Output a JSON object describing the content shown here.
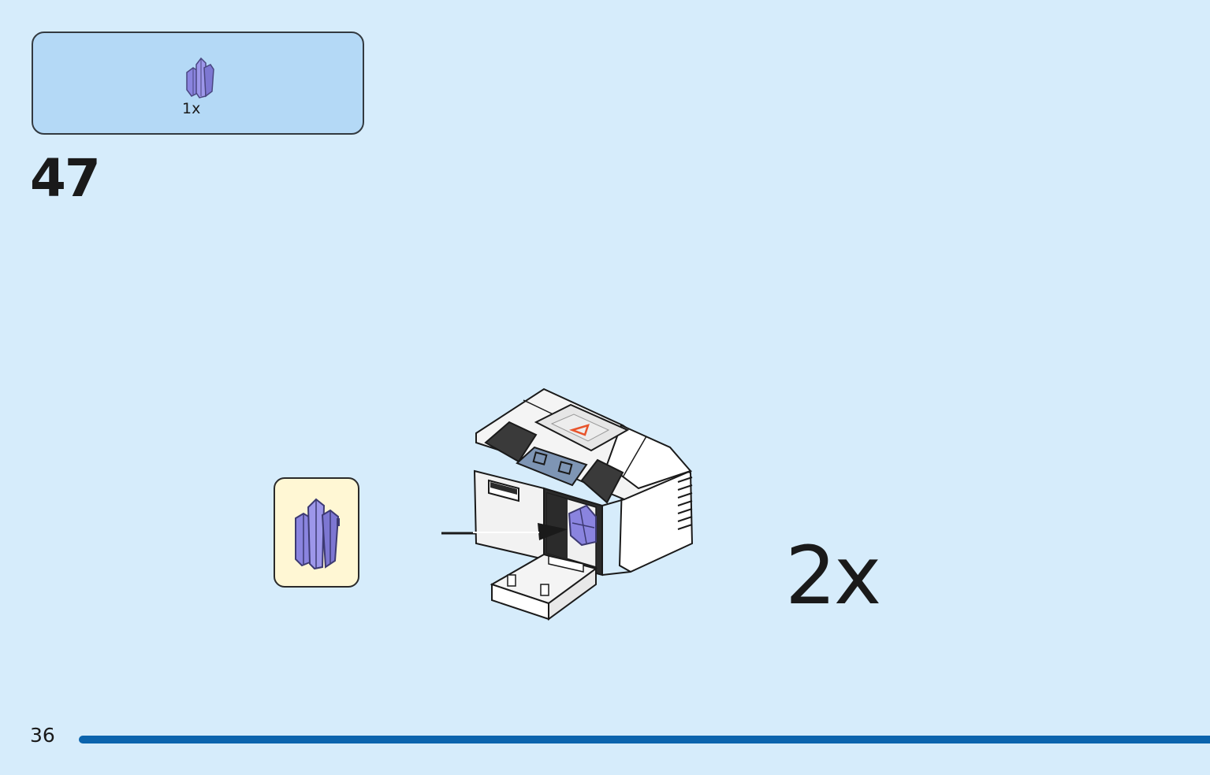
{
  "parts_list": {
    "items": [
      {
        "icon": "purple-crystal-icon",
        "quantity": "1x",
        "color": "#8a84df"
      }
    ]
  },
  "step": {
    "number": "47",
    "multiplier": "2x",
    "callout_icon": "purple-crystal-icon"
  },
  "page": {
    "number": "36"
  },
  "colors": {
    "background": "#d6ecfb",
    "parts_box": "#b4d9f6",
    "callout_box": "#fff7d4",
    "progress_bar": "#0c64ad",
    "crystal": "#8a84df",
    "arrow_marker": "#e8542b"
  }
}
